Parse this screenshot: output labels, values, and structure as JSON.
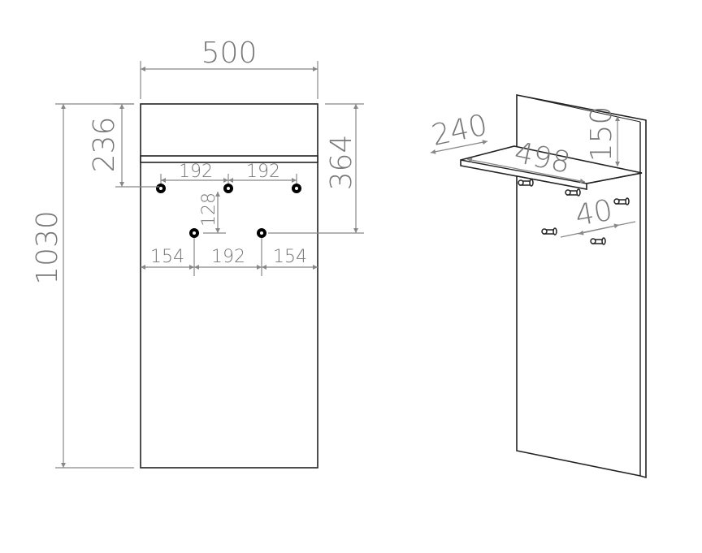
{
  "front_view": {
    "width": "500",
    "height": "1030",
    "shelf_offset": "236",
    "lower_hooks_offset": "364",
    "hook_spacing_top_left": "192",
    "hook_spacing_top_right": "192",
    "hook_row_gap": "128",
    "bottom_left_margin": "154",
    "bottom_spacing": "192",
    "bottom_right_margin": "154"
  },
  "iso_view": {
    "shelf_depth": "240",
    "shelf_width": "498",
    "shelf_clearance": "150",
    "hook_length": "40"
  },
  "colors": {
    "dimension": "#777777",
    "outline": "#222222"
  }
}
